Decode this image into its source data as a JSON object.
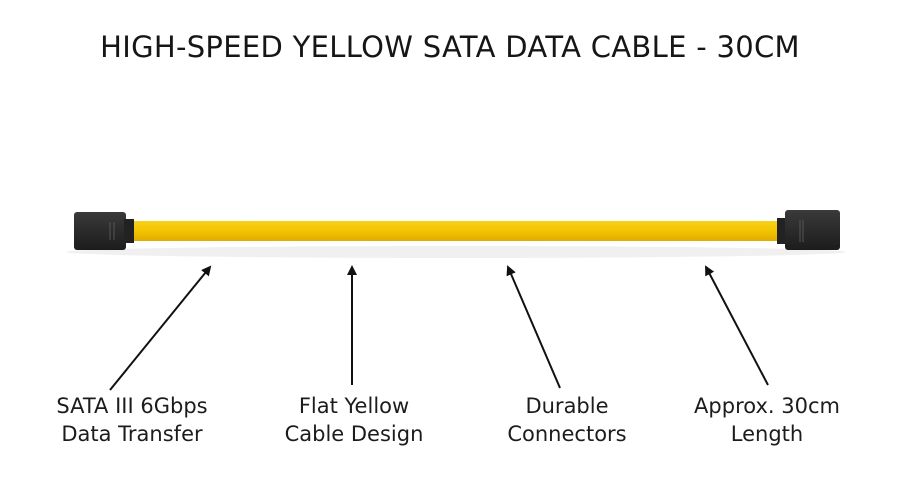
{
  "title": "HIGH-SPEED YELLOW SATA DATA CABLE - 30CM",
  "colors": {
    "cable": "#f5c400",
    "connector": "#262626",
    "text": "#1a1a1a"
  },
  "callouts": [
    {
      "line1": "SATA III 6Gbps",
      "line2": "Data Transfer"
    },
    {
      "line1": "Flat Yellow",
      "line2": "Cable Design"
    },
    {
      "line1": "Durable",
      "line2": "Connectors"
    },
    {
      "line1": "Approx. 30cm",
      "line2": "Length"
    }
  ]
}
